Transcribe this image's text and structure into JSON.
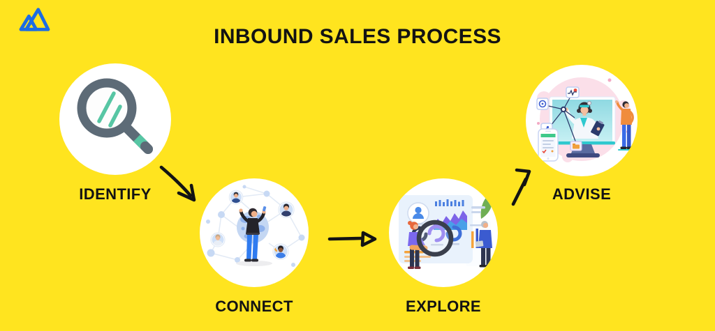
{
  "title": "INBOUND SALES PROCESS",
  "brand": {
    "logo_icon": "mountain-peaks-logo",
    "logo_color": "#1C6CE3"
  },
  "colors": {
    "background": "#FFE41F",
    "text": "#131313",
    "circle_fill": "#FFFFFF",
    "arrow": "#131313",
    "magnifier_gray": "#5D6B77",
    "magnifier_teal": "#57C6A4"
  },
  "steps": [
    {
      "id": "identify",
      "label": "IDENTIFY",
      "icon": "magnifying-glass-icon"
    },
    {
      "id": "connect",
      "label": "CONNECT",
      "icon": "people-network-illustration"
    },
    {
      "id": "explore",
      "label": "EXPLORE",
      "icon": "analytics-dashboard-illustration"
    },
    {
      "id": "advise",
      "label": "ADVISE",
      "icon": "online-advisor-illustration"
    }
  ],
  "arrows": [
    {
      "from": "IDENTIFY",
      "to": "CONNECT",
      "direction": "down-right"
    },
    {
      "from": "CONNECT",
      "to": "EXPLORE",
      "direction": "right"
    },
    {
      "from": "EXPLORE",
      "to": "ADVISE",
      "direction": "up-right"
    }
  ]
}
